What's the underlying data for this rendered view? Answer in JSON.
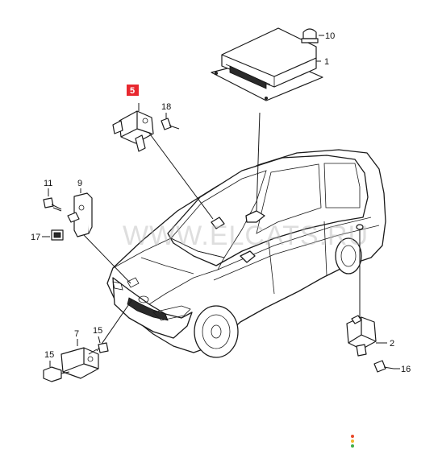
{
  "diagram": {
    "watermark": "WWW.ELCATS.RU",
    "highlight_color": "#e8282f",
    "parts": [
      {
        "id": "p1",
        "label": "1"
      },
      {
        "id": "p2",
        "label": "2"
      },
      {
        "id": "p5",
        "label": "5",
        "highlighted": true
      },
      {
        "id": "p7",
        "label": "7"
      },
      {
        "id": "p9",
        "label": "9"
      },
      {
        "id": "p10",
        "label": "10"
      },
      {
        "id": "p11",
        "label": "11"
      },
      {
        "id": "p15a",
        "label": "15"
      },
      {
        "id": "p15b",
        "label": "15"
      },
      {
        "id": "p16",
        "label": "16"
      },
      {
        "id": "p17",
        "label": "17"
      },
      {
        "id": "p18",
        "label": "18"
      }
    ],
    "status_dots": [
      "#e84a2a",
      "#f2b52b",
      "#3fae49"
    ]
  }
}
